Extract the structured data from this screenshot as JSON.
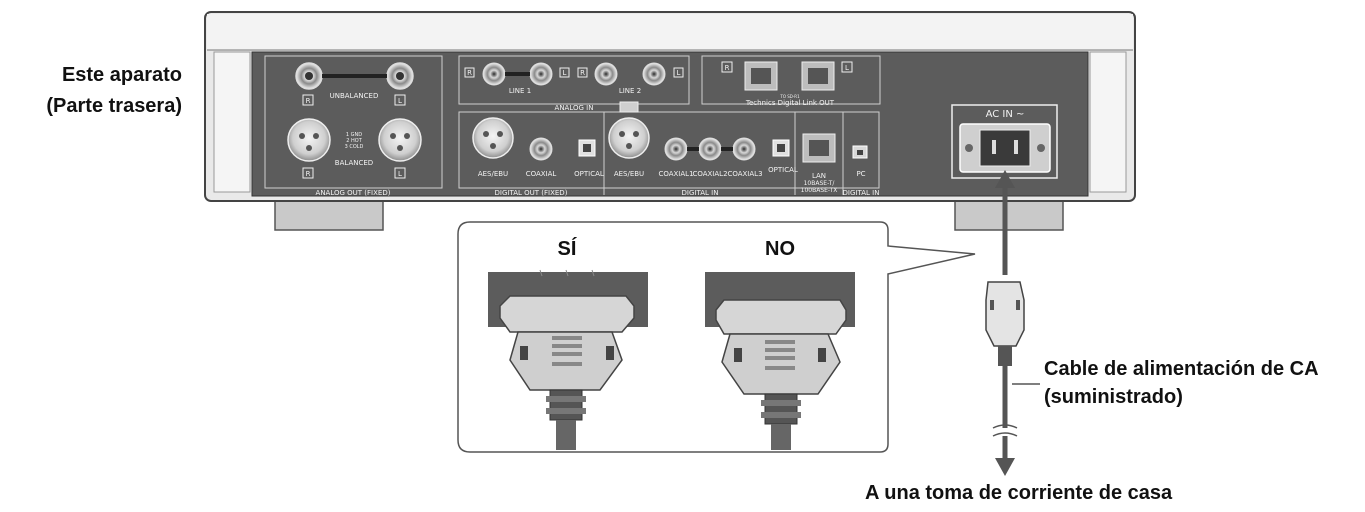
{
  "labels": {
    "device_line1": "Este aparato",
    "device_line2": "(Parte trasera)",
    "cable_line1": "Cable de alimentación de CA",
    "cable_line2": "(suministrado)",
    "outlet": "A una toma de corriente de casa",
    "yes": "SÍ",
    "no": "NO"
  },
  "panel": {
    "unbalanced": "UNBALANCED",
    "balanced": "BALANCED",
    "pin_legend_1": "1 GND",
    "pin_legend_2": "2 HOT",
    "pin_legend_3": "3 COLD",
    "analog_out": "ANALOG OUT (FIXED)",
    "line1": "LINE 1",
    "line2": "LINE 2",
    "analog_in": "ANALOG  IN",
    "tdl_sub": "TO SD-R1",
    "technics_link": "Technics Digital Link OUT",
    "aes_ebu_out": "AES/EBU",
    "coaxial_out": "COAXIAL",
    "optical_out": "OPTICAL",
    "digital_out": "DIGITAL OUT (FIXED)",
    "aes_ebu_in": "AES/EBU",
    "coaxial1": "COAXIAL1",
    "coaxial2": "COAXIAL2",
    "coaxial3": "COAXIAL3",
    "optical_in": "OPTICAL",
    "digital_in": "DIGITAL IN",
    "lan": "LAN",
    "lan_sub1": "10BASE-T/",
    "lan_sub2": "100BASE-TX",
    "pc": "PC",
    "digital_in_pc": "DIGITAL IN",
    "ac_in": "AC IN ~",
    "r_mark": "R",
    "l_mark": "L"
  }
}
